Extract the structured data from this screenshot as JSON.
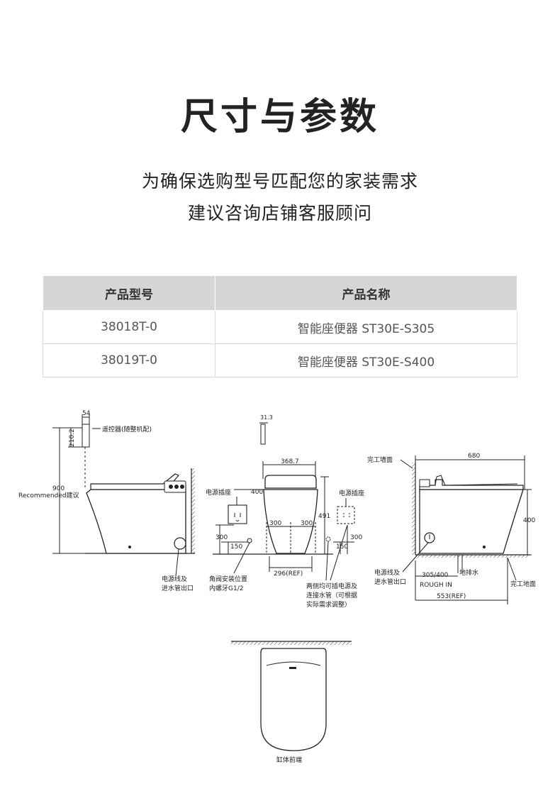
{
  "header": {
    "title": "尺寸与参数",
    "subtitle_line1": "为确保选购型号匹配您的家装需求",
    "subtitle_line2": "建议咨询店铺客服顾问"
  },
  "table": {
    "headers": [
      "产品型号",
      "产品名称"
    ],
    "rows": [
      {
        "model": "38018T-0",
        "name": "智能座便器 ST30E-S305"
      },
      {
        "model": "38019T-0",
        "name": "智能座便器 ST30E-S400"
      }
    ]
  },
  "side_view": {
    "dim_54": "54",
    "dim_210": "210.2",
    "remote_label": "遥控器(随整机配)",
    "dim_900": "900",
    "recommended_label": "Recommended建议",
    "outlet_label_1": "电源线及",
    "outlet_label_2": "进水管出口"
  },
  "front_view": {
    "dim_31": "31.3",
    "dim_width": "368.7",
    "dim_400": "400",
    "dim_491": "491",
    "socket_left": "电源插座",
    "socket_right": "电源插座",
    "dim_300_left_h": "300",
    "dim_300_right_h": "300",
    "dim_300_left_v": "300",
    "dim_300_right_v": "300",
    "dim_150_left": "150",
    "dim_150_right": "150",
    "dim_296": "296(REF)",
    "valve_label_1": "角阀安装位置",
    "valve_label_2": "内螺牙G1/2",
    "both_sides_1": "两侧均可插电源及",
    "both_sides_2": "连接水管（可根据",
    "both_sides_3": "实际需求调整）"
  },
  "rear_view": {
    "wall_label": "完工墙面",
    "dim_680": "680",
    "dim_400": "400",
    "outlet_label_1": "电源线及",
    "outlet_label_2": "进水管出口",
    "dim_305": "305/400",
    "rough_in": "ROUGH IN",
    "floor_drain": "地排水",
    "floor_label": "完工地面",
    "dim_553": "553(REF)"
  },
  "top_view": {
    "label": "缸体前端"
  }
}
